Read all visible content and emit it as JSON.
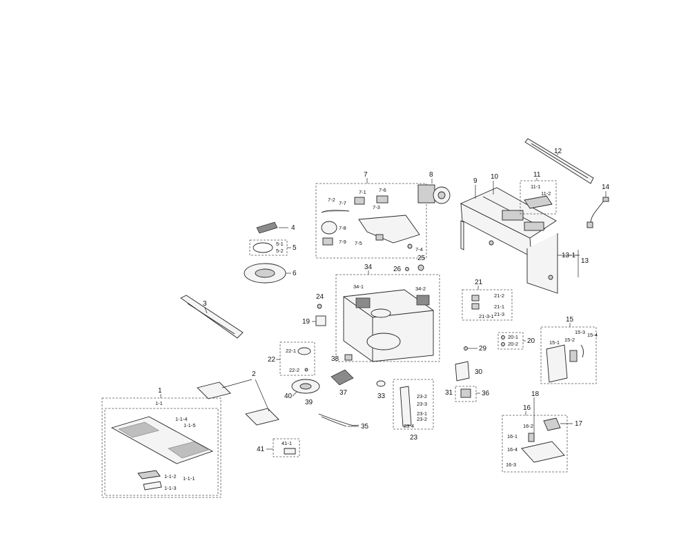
{
  "labels": {
    "p1": "1",
    "p1_1": "1-1",
    "p1_1_1": "1-1-1",
    "p1_1_2": "1-1-2",
    "p1_1_3": "1-1-3",
    "p1_1_4": "1-1-4",
    "p1_1_5": "1-1-5",
    "p2": "2",
    "p3": "3",
    "p4": "4",
    "p5": "5",
    "p5_1": "5-1",
    "p5_2": "5-2",
    "p6": "6",
    "p7": "7",
    "p7_1": "7-1",
    "p7_2": "7-2",
    "p7_3": "7-3",
    "p7_4": "7-4",
    "p7_5": "7-5",
    "p7_6": "7-6",
    "p7_7": "7-7",
    "p7_8": "7-8",
    "p7_9": "7-9",
    "p8": "8",
    "p9": "9",
    "p10": "10",
    "p11": "11",
    "p11_1": "11-1",
    "p11_2": "11-2",
    "p12": "12",
    "p13": "13",
    "p13_1": "13-1",
    "p14": "14",
    "p15": "15",
    "p15_1": "15-1",
    "p15_2": "15-2",
    "p15_3": "15-3",
    "p15_4": "15-4",
    "p16": "16",
    "p16_1": "16-1",
    "p16_2": "16-2",
    "p16_3": "16-3",
    "p16_4": "16-4",
    "p17": "17",
    "p18": "18",
    "p19": "19",
    "p20": "20",
    "p20_1": "20-1",
    "p20_2": "20-2",
    "p21": "21",
    "p21_1": "21-1",
    "p21_2": "21-2",
    "p21_3": "21-3",
    "p21_3_1": "21-3-1",
    "p22": "22",
    "p22_1": "22-1",
    "p22_2": "22-2",
    "p23": "23",
    "p23_1": "23-1",
    "p23_2a": "23-2",
    "p23_2b": "23-2",
    "p23_3": "23-3",
    "p23_4": "23-4",
    "p24": "24",
    "p25": "25",
    "p26": "26",
    "p29": "29",
    "p30": "30",
    "p31": "31",
    "p33": "33",
    "p34": "34",
    "p34_1": "34-1",
    "p34_2": "34-2",
    "p35": "35",
    "p36": "36",
    "p37": "37",
    "p38": "38",
    "p39": "39",
    "p40": "40",
    "p41": "41",
    "p41_1": "41-1"
  }
}
